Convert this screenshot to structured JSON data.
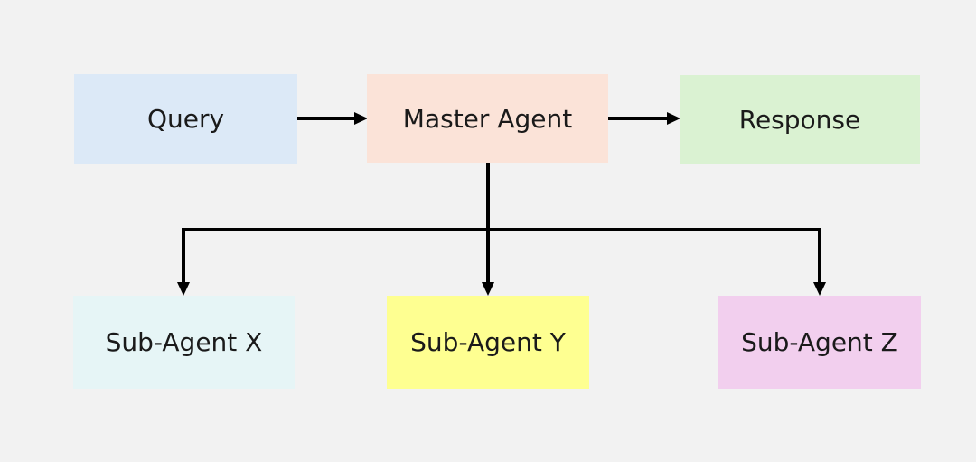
{
  "nodes": {
    "query": {
      "label": "Query",
      "color": "#dce9f7"
    },
    "master": {
      "label": "Master Agent",
      "color": "#fbe3d8"
    },
    "response": {
      "label": "Response",
      "color": "#daf2d2"
    },
    "sub_x": {
      "label": "Sub-Agent X",
      "color": "#e6f5f6"
    },
    "sub_y": {
      "label": "Sub-Agent Y",
      "color": "#feff91"
    },
    "sub_z": {
      "label": "Sub-Agent Z",
      "color": "#f2cfee"
    }
  },
  "edges": [
    {
      "from": "query",
      "to": "master"
    },
    {
      "from": "master",
      "to": "response"
    },
    {
      "from": "master",
      "to": "sub_x"
    },
    {
      "from": "master",
      "to": "sub_y"
    },
    {
      "from": "master",
      "to": "sub_z"
    }
  ]
}
